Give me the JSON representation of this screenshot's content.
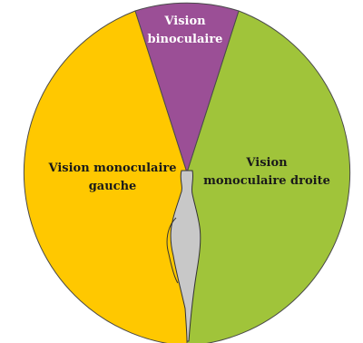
{
  "diagram": {
    "regions": {
      "binocular": {
        "line1": "Vision",
        "line2": "binoculaire",
        "color": "#9b4f96",
        "text_color": "#ffffff"
      },
      "left": {
        "line1": "Vision monoculaire",
        "line2": "gauche",
        "color": "#ffc800",
        "text_color": "#1a1a1a"
      },
      "right": {
        "line1": "Vision",
        "line2": "monoculaire droite",
        "color": "#a0c43a",
        "text_color": "#1a1a1a"
      }
    },
    "head_color": "#c8c8c8"
  }
}
